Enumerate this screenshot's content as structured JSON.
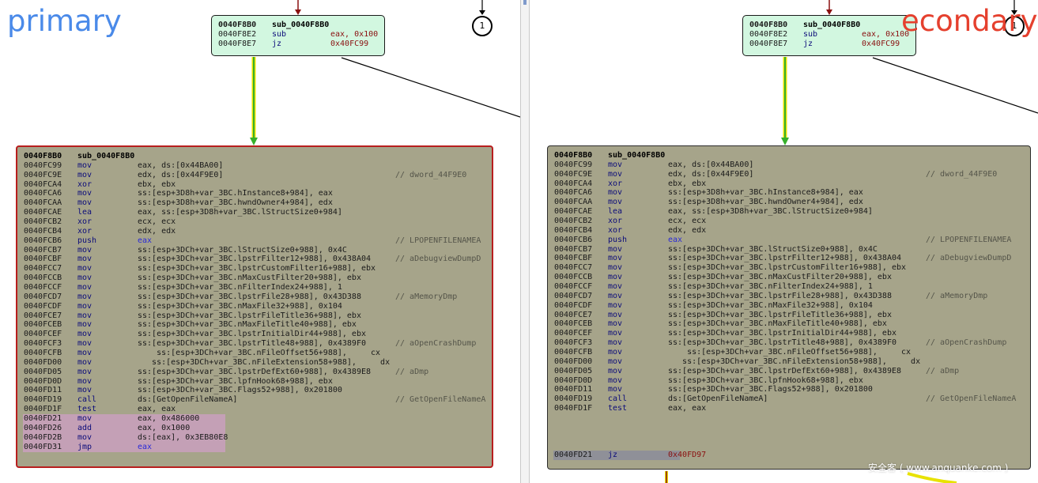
{
  "labels": {
    "primary": "primary",
    "secondary": "econdary"
  },
  "node_ref": "1",
  "watermark": "安全客 ( www.anquanke.com )",
  "small_block": {
    "rows": [
      {
        "addr": "0040F8B0",
        "mnem": "sub_0040F8B0",
        "ops": ""
      },
      {
        "addr": "0040F8E2",
        "mnem": "sub",
        "ops": "eax, 0x100"
      },
      {
        "addr": "0040F8E7",
        "mnem": "jz",
        "ops": "0x40FC99"
      }
    ]
  },
  "primary_block": {
    "header": {
      "addr": "0040F8B0",
      "name": "sub_0040F8B0"
    },
    "rows": [
      {
        "addr": "0040FC99",
        "mnem": "mov",
        "ops": "eax, ds:[0x44BA00]",
        "cmt": ""
      },
      {
        "addr": "0040FC9E",
        "mnem": "mov",
        "ops": "edx, ds:[0x44F9E0]",
        "cmt": "// dword_44F9E0"
      },
      {
        "addr": "0040FCA4",
        "mnem": "xor",
        "ops": "ebx, ebx",
        "cmt": ""
      },
      {
        "addr": "0040FCA6",
        "mnem": "mov",
        "ops": "ss:[esp+3D8h+var_3BC.hInstance8+984], eax",
        "cmt": ""
      },
      {
        "addr": "0040FCAA",
        "mnem": "mov",
        "ops": "ss:[esp+3D8h+var_3BC.hwndOwner4+984], edx",
        "cmt": ""
      },
      {
        "addr": "0040FCAE",
        "mnem": "lea",
        "ops": "eax, ss:[esp+3D8h+var_3BC.lStructSize0+984]",
        "cmt": ""
      },
      {
        "addr": "0040FCB2",
        "mnem": "xor",
        "ops": "ecx, ecx",
        "cmt": ""
      },
      {
        "addr": "0040FCB4",
        "mnem": "xor",
        "ops": "edx, edx",
        "cmt": ""
      },
      {
        "addr": "0040FCB6",
        "mnem": "push",
        "ops": "eax",
        "cmt": "// LPOPENFILENAMEA"
      },
      {
        "addr": "0040FCB7",
        "mnem": "mov",
        "ops": "ss:[esp+3DCh+var_3BC.lStructSize0+988], 0x4C",
        "cmt": ""
      },
      {
        "addr": "0040FCBF",
        "mnem": "mov",
        "ops": "ss:[esp+3DCh+var_3BC.lpstrFilter12+988], 0x438A04",
        "cmt": "// aDebugviewDumpD"
      },
      {
        "addr": "0040FCC7",
        "mnem": "mov",
        "ops": "ss:[esp+3DCh+var_3BC.lpstrCustomFilter16+988], ebx",
        "cmt": ""
      },
      {
        "addr": "0040FCCB",
        "mnem": "mov",
        "ops": "ss:[esp+3DCh+var_3BC.nMaxCustFilter20+988], ebx",
        "cmt": ""
      },
      {
        "addr": "0040FCCF",
        "mnem": "mov",
        "ops": "ss:[esp+3DCh+var_3BC.nFilterIndex24+988], 1",
        "cmt": ""
      },
      {
        "addr": "0040FCD7",
        "mnem": "mov",
        "ops": "ss:[esp+3DCh+var_3BC.lpstrFile28+988], 0x43D388",
        "cmt": "// aMemoryDmp"
      },
      {
        "addr": "0040FCDF",
        "mnem": "mov",
        "ops": "ss:[esp+3DCh+var_3BC.nMaxFile32+988], 0x104",
        "cmt": ""
      },
      {
        "addr": "0040FCE7",
        "mnem": "mov",
        "ops": "ss:[esp+3DCh+var_3BC.lpstrFileTitle36+988], ebx",
        "cmt": ""
      },
      {
        "addr": "0040FCEB",
        "mnem": "mov",
        "ops": "ss:[esp+3DCh+var_3BC.nMaxFileTitle40+988], ebx",
        "cmt": ""
      },
      {
        "addr": "0040FCEF",
        "mnem": "mov",
        "ops": "ss:[esp+3DCh+var_3BC.lpstrInitialDir44+988], ebx",
        "cmt": ""
      },
      {
        "addr": "0040FCF3",
        "mnem": "mov",
        "ops": "ss:[esp+3DCh+var_3BC.lpstrTitle48+988], 0x4389F0",
        "cmt": "// aOpenCrashDump"
      },
      {
        "addr": "0040FCFB",
        "mnem": "mov",
        "ops": "    ss:[esp+3DCh+var_3BC.nFileOffset56+988],     cx",
        "cmt": ""
      },
      {
        "addr": "0040FD00",
        "mnem": "mov",
        "ops": "   ss:[esp+3DCh+var_3BC.nFileExtension58+988],     dx",
        "cmt": ""
      },
      {
        "addr": "0040FD05",
        "mnem": "mov",
        "ops": "ss:[esp+3DCh+var_3BC.lpstrDefExt60+988], 0x4389E8",
        "cmt": "// aDmp"
      },
      {
        "addr": "0040FD0D",
        "mnem": "mov",
        "ops": "ss:[esp+3DCh+var_3BC.lpfnHook68+988], ebx",
        "cmt": ""
      },
      {
        "addr": "0040FD11",
        "mnem": "mov",
        "ops": "ss:[esp+3DCh+var_3BC.Flags52+988], 0x201800",
        "cmt": ""
      },
      {
        "addr": "0040FD19",
        "mnem": "call",
        "ops": "ds:[GetOpenFileNameA]",
        "cmt": "// GetOpenFileNameA"
      },
      {
        "addr": "0040FD1F",
        "mnem": "test",
        "ops": "eax, eax",
        "cmt": ""
      },
      {
        "addr": "0040FD21",
        "mnem": "mov",
        "ops": "eax, 0x486000",
        "cmt": ""
      },
      {
        "addr": "0040FD26",
        "mnem": "add",
        "ops": "eax, 0x1000",
        "cmt": ""
      },
      {
        "addr": "0040FD2B",
        "mnem": "mov",
        "ops": "ds:[eax], 0x3EB80E8",
        "cmt": ""
      },
      {
        "addr": "0040FD31",
        "mnem": "jmp",
        "ops": "eax",
        "cmt": ""
      }
    ]
  },
  "secondary_block": {
    "header": {
      "addr": "0040F8B0",
      "name": "sub_0040F8B0"
    },
    "rows": [
      {
        "addr": "0040FC99",
        "mnem": "mov",
        "ops": "eax, ds:[0x44BA00]",
        "cmt": ""
      },
      {
        "addr": "0040FC9E",
        "mnem": "mov",
        "ops": "edx, ds:[0x44F9E0]",
        "cmt": "// dword_44F9E0"
      },
      {
        "addr": "0040FCA4",
        "mnem": "xor",
        "ops": "ebx, ebx",
        "cmt": ""
      },
      {
        "addr": "0040FCA6",
        "mnem": "mov",
        "ops": "ss:[esp+3D8h+var_3BC.hInstance8+984], eax",
        "cmt": ""
      },
      {
        "addr": "0040FCAA",
        "mnem": "mov",
        "ops": "ss:[esp+3D8h+var_3BC.hwndOwner4+984], edx",
        "cmt": ""
      },
      {
        "addr": "0040FCAE",
        "mnem": "lea",
        "ops": "eax, ss:[esp+3D8h+var_3BC.lStructSize0+984]",
        "cmt": ""
      },
      {
        "addr": "0040FCB2",
        "mnem": "xor",
        "ops": "ecx, ecx",
        "cmt": ""
      },
      {
        "addr": "0040FCB4",
        "mnem": "xor",
        "ops": "edx, edx",
        "cmt": ""
      },
      {
        "addr": "0040FCB6",
        "mnem": "push",
        "ops": "eax",
        "cmt": "// LPOPENFILENAMEA"
      },
      {
        "addr": "0040FCB7",
        "mnem": "mov",
        "ops": "ss:[esp+3DCh+var_3BC.lStructSize0+988], 0x4C",
        "cmt": ""
      },
      {
        "addr": "0040FCBF",
        "mnem": "mov",
        "ops": "ss:[esp+3DCh+var_3BC.lpstrFilter12+988], 0x438A04",
        "cmt": "// aDebugviewDumpD"
      },
      {
        "addr": "0040FCC7",
        "mnem": "mov",
        "ops": "ss:[esp+3DCh+var_3BC.lpstrCustomFilter16+988], ebx",
        "cmt": ""
      },
      {
        "addr": "0040FCCB",
        "mnem": "mov",
        "ops": "ss:[esp+3DCh+var_3BC.nMaxCustFilter20+988], ebx",
        "cmt": ""
      },
      {
        "addr": "0040FCCF",
        "mnem": "mov",
        "ops": "ss:[esp+3DCh+var_3BC.nFilterIndex24+988], 1",
        "cmt": ""
      },
      {
        "addr": "0040FCD7",
        "mnem": "mov",
        "ops": "ss:[esp+3DCh+var_3BC.lpstrFile28+988], 0x43D388",
        "cmt": "// aMemoryDmp"
      },
      {
        "addr": "0040FCDF",
        "mnem": "mov",
        "ops": "ss:[esp+3DCh+var_3BC.nMaxFile32+988], 0x104",
        "cmt": ""
      },
      {
        "addr": "0040FCE7",
        "mnem": "mov",
        "ops": "ss:[esp+3DCh+var_3BC.lpstrFileTitle36+988], ebx",
        "cmt": ""
      },
      {
        "addr": "0040FCEB",
        "mnem": "mov",
        "ops": "ss:[esp+3DCh+var_3BC.nMaxFileTitle40+988], ebx",
        "cmt": ""
      },
      {
        "addr": "0040FCEF",
        "mnem": "mov",
        "ops": "ss:[esp+3DCh+var_3BC.lpstrInitialDir44+988], ebx",
        "cmt": ""
      },
      {
        "addr": "0040FCF3",
        "mnem": "mov",
        "ops": "ss:[esp+3DCh+var_3BC.lpstrTitle48+988], 0x4389F0",
        "cmt": "// aOpenCrashDump"
      },
      {
        "addr": "0040FCFB",
        "mnem": "mov",
        "ops": "    ss:[esp+3DCh+var_3BC.nFileOffset56+988],     cx",
        "cmt": ""
      },
      {
        "addr": "0040FD00",
        "mnem": "mov",
        "ops": "   ss:[esp+3DCh+var_3BC.nFileExtension58+988],     dx",
        "cmt": ""
      },
      {
        "addr": "0040FD05",
        "mnem": "mov",
        "ops": "ss:[esp+3DCh+var_3BC.lpstrDefExt60+988], 0x4389E8",
        "cmt": "// aDmp"
      },
      {
        "addr": "0040FD0D",
        "mnem": "mov",
        "ops": "ss:[esp+3DCh+var_3BC.lpfnHook68+988], ebx",
        "cmt": ""
      },
      {
        "addr": "0040FD11",
        "mnem": "mov",
        "ops": "ss:[esp+3DCh+var_3BC.Flags52+988], 0x201800",
        "cmt": ""
      },
      {
        "addr": "0040FD19",
        "mnem": "call",
        "ops": "ds:[GetOpenFileNameA]",
        "cmt": "// GetOpenFileNameA"
      },
      {
        "addr": "0040FD1F",
        "mnem": "test",
        "ops": "eax, eax",
        "cmt": ""
      }
    ],
    "footer": {
      "addr": "0040FD21",
      "mnem": "jz",
      "ops": "0x40FD97"
    }
  },
  "colors": {
    "block_bg": "#a6a48a",
    "small_block_bg": "#d2f7e0",
    "highlight_red": "#b81e1e",
    "arrow_red": "#e8203a",
    "edge_green": "#36b02a",
    "edge_yellow": "#e8e200"
  }
}
